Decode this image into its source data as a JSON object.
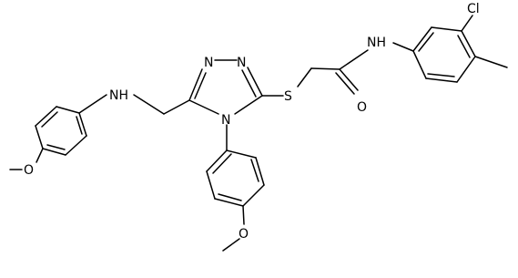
{
  "atom_labels": {
    "nh_left": "NH",
    "amide_nh": "N​H",
    "cl": "Cl",
    "s": "S",
    "o_carbonyl": "O",
    "n_triazole_1": "N",
    "n_triazole_2": "N",
    "n_triazole_4": "N",
    "o_methoxy_left": "O",
    "o_methoxy_bottom": "O"
  },
  "colors": {
    "bond": "#000000",
    "text": "#000000",
    "background": "#ffffff"
  }
}
